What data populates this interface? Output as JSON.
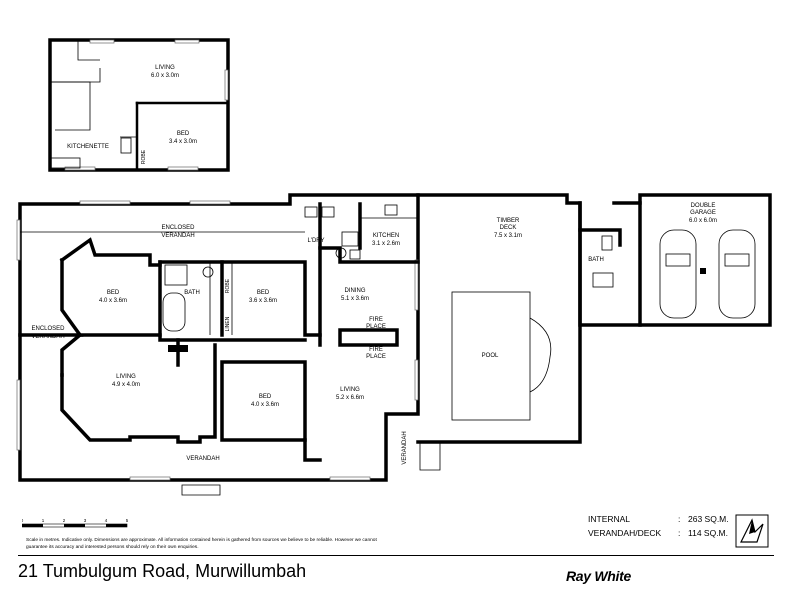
{
  "rooms": {
    "upper_living": {
      "name": "LIVING",
      "dim": "6.0 x 3.0m"
    },
    "upper_bed": {
      "name": "BED",
      "dim": "3.4 x 3.0m"
    },
    "kitchenette": {
      "name": "KITCHENETTE"
    },
    "upper_robe": {
      "name": "ROBE"
    },
    "enclosed_verandah_top": {
      "name": "ENCLOSED",
      "name2": "VERANDAH"
    },
    "enclosed_verandah_left": {
      "name": "ENCLOSED",
      "name2": "VERANDAH"
    },
    "bed_left": {
      "name": "BED",
      "dim": "4.0 x 3.6m"
    },
    "bath_main": {
      "name": "BATH"
    },
    "robe_main": {
      "name": "ROBE"
    },
    "linen": {
      "name": "LINEN"
    },
    "bed_mid": {
      "name": "BED",
      "dim": "3.6 x 3.6m"
    },
    "laundry": {
      "name": "L'DRY"
    },
    "kitchen": {
      "name": "KITCHEN",
      "dim": "3.1 x 2.6m"
    },
    "dining": {
      "name": "DINING",
      "dim": "5.1 x 3.6m"
    },
    "fireplace_a": {
      "name": "FIRE",
      "name2": "PLACE"
    },
    "fireplace_b": {
      "name": "FIRE",
      "name2": "PLACE"
    },
    "living_left": {
      "name": "LIVING",
      "dim": "4.9 x 4.0m"
    },
    "bed_centre": {
      "name": "BED",
      "dim": "4.0 x 3.6m"
    },
    "living_right": {
      "name": "LIVING",
      "dim": "5.2 x 6.6m"
    },
    "verandah_front": {
      "name": "VERANDAH"
    },
    "verandah_side": {
      "name": "VERANDAH"
    },
    "timber_deck": {
      "name": "TIMBER",
      "name2": "DECK",
      "dim": "7.5 x 3.1m"
    },
    "pool": {
      "name": "POOL"
    },
    "bath_garage": {
      "name": "BATH"
    },
    "double_garage": {
      "name": "DOUBLE",
      "name2": "GARAGE",
      "dim": "6.0 x 6.0m"
    }
  },
  "scale": {
    "ticks": [
      "0",
      "1",
      "2",
      "3",
      "4",
      "5"
    ]
  },
  "disclaimer": "Scale in metres.  Indicative only.  Dimensions are approximate.  All information contained herein is gathered from sources we believe to be reliable.  However we cannot guarantee its accuracy and interested persons should rely on their own enquiries.",
  "areas": [
    {
      "label": "INTERNAL",
      "value": "263 SQ.M."
    },
    {
      "label": "VERANDAH/DECK",
      "value": "114 SQ.M."
    }
  ],
  "address": "21 Tumbulgum Road, Murwillumbah",
  "brand": "Ray White"
}
